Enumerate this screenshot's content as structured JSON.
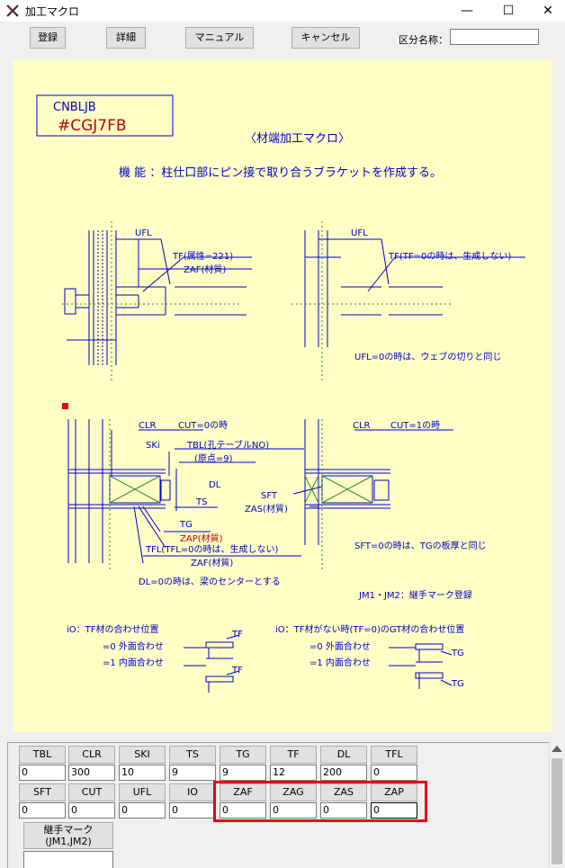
{
  "window": {
    "title": "加工マクロ",
    "controls": {
      "minimize": "—",
      "maximize": "☐",
      "close": "✕"
    }
  },
  "toolbar": {
    "register": "登録",
    "detail": "詳細",
    "manual": "マニュアル",
    "cancel": "キャンセル",
    "section_label": "区分名称：",
    "section_value": ""
  },
  "drawing": {
    "macro_code": "CNBLJB",
    "macro_id": "#CGJ7FB",
    "heading": "〈材端加工マクロ〉",
    "function": "機 能 ：柱仕口部にピン接で取り合うブラケットを作成する。",
    "ufl": "UFL",
    "tf_note1": "TF(属性=221)",
    "zaf_note1": "ZAF(材質)",
    "tf_note2": "TF(TF=0の時は、生成しない)",
    "ufl_note": "UFL=0の時は、ウェブの切りと同じ",
    "clr": "CLR",
    "cut0": "CUT=0の時",
    "cut1": "CUT=1の時",
    "ski": "SKi",
    "tbl_note": "TBL(孔テーブルNO)",
    "tbl_default": "(原点=9)",
    "dl": "DL",
    "ts": "TS",
    "sft": "SFT",
    "zas_note": "ZAS(材質)",
    "tg": "TG",
    "zap_note": "ZAP(材質)",
    "tfl_note": "TFL(TFL=0の時は、生成しない)",
    "zaf_note2": "ZAF(材質)",
    "sft_note": "SFT=0の時は、TGの板厚と同じ",
    "dl_note": "DL=0の時は、梁のセンターとする",
    "jm_note": "JM1・JM2：継手マーク登録",
    "io_title1": "iO：TF材の合わせ位置",
    "io_title2": "iO：TF材がない時(TF=0)のGT材の合わせ位置",
    "io0": "=0 外面合わせ",
    "io1": "=1 内面合わせ",
    "io0b": "=0 外面合わせ",
    "io1b": "=1 内面合わせ",
    "tf": "TF",
    "tg2": "TG"
  },
  "params": {
    "row1_headers": [
      "TBL",
      "CLR",
      "SKI",
      "TS",
      "TG",
      "TF",
      "DL",
      "TFL"
    ],
    "row1_values": [
      "0",
      "300",
      "10",
      "9",
      "9",
      "12",
      "200",
      "0"
    ],
    "row2_headers": [
      "SFT",
      "CUT",
      "UFL",
      "IO",
      "ZAF",
      "ZAG",
      "ZAS",
      "ZAP"
    ],
    "row2_values": [
      "0",
      "0",
      "0",
      "0",
      "0",
      "0",
      "0",
      "0"
    ],
    "joint_mark_label": "継手マーク\n(JM1,JM2)",
    "joint_mark_value": ""
  },
  "colors": {
    "drawing_bg": "#ffffc6",
    "line": "#0000c8",
    "accent_red": "#e8001c",
    "green": "#2a8a2a"
  }
}
